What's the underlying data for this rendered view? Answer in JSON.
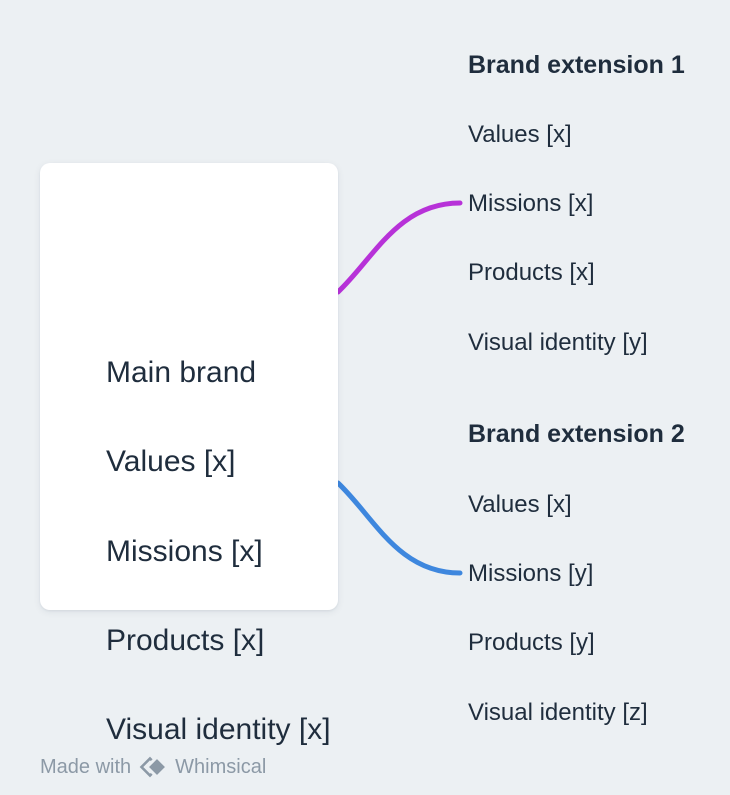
{
  "canvas": {
    "background_color": "#ecf0f3",
    "card_color": "#ffffff",
    "text_color": "#1f2d3d",
    "muted_color": "#8c99a6"
  },
  "card": {
    "items": [
      "Main brand",
      "Values [x]",
      "Missions [x]",
      "Products [x]",
      "Visual identity [x]"
    ]
  },
  "extensions": [
    {
      "title": "Brand extension 1",
      "items": [
        "Values [x]",
        "Missions [x]",
        "Products [x]",
        "Visual identity [y]"
      ]
    },
    {
      "title": "Brand extension 2",
      "items": [
        "Values [x]",
        "Missions [y]",
        "Products [y]",
        "Visual identity [z]"
      ]
    }
  ],
  "connectors": [
    {
      "from": "Values [x] (main brand card)",
      "to": "Missions [x] (Brand extension 1)",
      "color": "#b732d8"
    },
    {
      "from": "Products [x] (main brand card)",
      "to": "Missions [y] (Brand extension 2)",
      "color": "#3e87de"
    }
  ],
  "watermark": {
    "prefix": "Made with",
    "brand": "Whimsical"
  }
}
